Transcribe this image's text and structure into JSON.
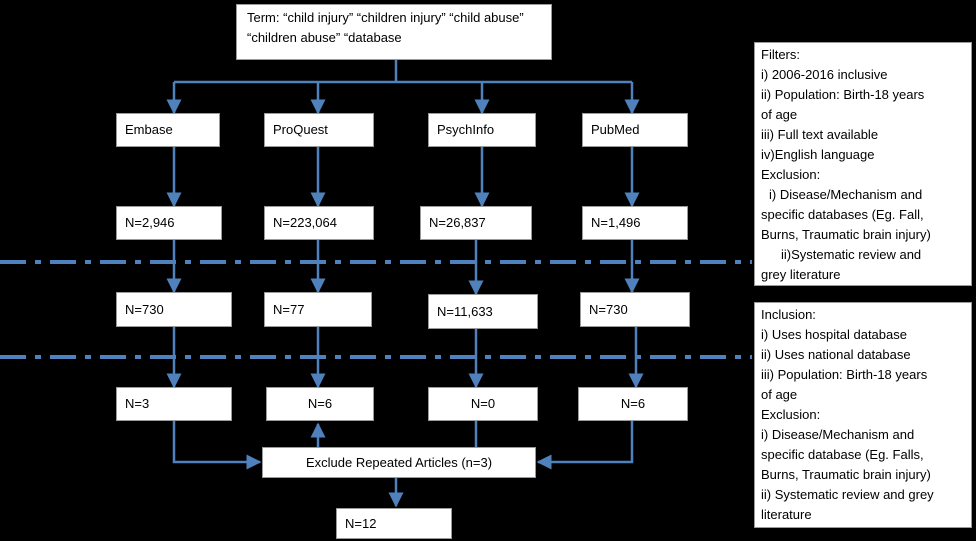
{
  "diagram": {
    "term": "Term: “child injury” “children injury” “child abuse” “children abuse” “database",
    "databases": [
      "Embase",
      "ProQuest",
      "PsychInfo",
      "PubMed"
    ],
    "stage1": [
      "N=2,946",
      "N=223,064",
      "N=26,837",
      "N=1,496"
    ],
    "stage2": [
      "N=730",
      "N=77",
      "N=11,633",
      "N=730"
    ],
    "stage3": [
      "N=3",
      "N=6",
      "N=0",
      "N=6"
    ],
    "exclude": "Exclude Repeated Articles (n=3)",
    "final": "N=12",
    "filters": [
      "Filters:",
      "i) 2006-2016 inclusive",
      "ii) Population: Birth-18 years",
      "of age",
      "iii) Full text available",
      "iv)English language",
      "Exclusion:",
      "i) Disease/Mechanism and",
      "specific databases (Eg. Fall,",
      "Burns, Traumatic brain injury)",
      "ii)Systematic review and",
      "grey literature"
    ],
    "inclusion": [
      "Inclusion:",
      "i) Uses hospital database",
      "ii) Uses national database",
      "iii) Population: Birth-18 years",
      "of age",
      "Exclusion:",
      "i) Disease/Mechanism and",
      "specific database (Eg. Falls,",
      "Burns, Traumatic brain injury)",
      "ii) Systematic review and grey",
      "literature"
    ],
    "colors": {
      "line": "#4f81bd",
      "background": "#000000",
      "box": "#ffffff"
    }
  }
}
